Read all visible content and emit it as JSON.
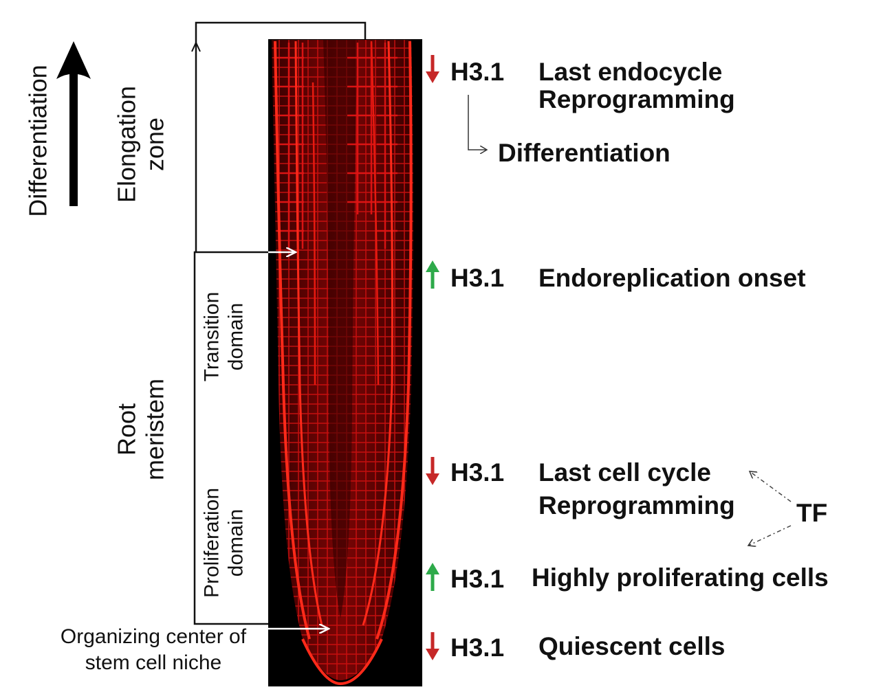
{
  "left_labels": {
    "differentiation": "Differentiation",
    "elongation_zone_line1": "Elongation",
    "elongation_zone_line2": "zone",
    "root_meristem_line1": "Root",
    "root_meristem_line2": "meristem",
    "transition_line1": "Transition",
    "transition_line2": "domain",
    "proliferation_line1": "Proliferation",
    "proliferation_line2": "domain",
    "organizing_line1": "Organizing center of",
    "organizing_line2": "stem cell niche"
  },
  "markers": [
    {
      "histone": "H3.1",
      "direction": "down",
      "color": "#c62828",
      "label_line1": "Last endocycle",
      "label_line2": "Reprogramming"
    },
    {
      "histone": "H3.1",
      "direction": "up",
      "color": "#2eaa4a",
      "label_line1": "Endoreplication onset",
      "label_line2": ""
    },
    {
      "histone": "H3.1",
      "direction": "down",
      "color": "#c62828",
      "label_line1": "Last cell cycle",
      "label_line2": "Reprogramming"
    },
    {
      "histone": "H3.1",
      "direction": "up",
      "color": "#2eaa4a",
      "label_line1": "Highly proliferating cells",
      "label_line2": ""
    },
    {
      "histone": "H3.1",
      "direction": "down",
      "color": "#c62828",
      "label_line1": "Quiescent cells",
      "label_line2": ""
    }
  ],
  "differentiation_label": "Differentiation",
  "tf_label": "TF",
  "colors": {
    "tissue": "#e01010",
    "background": "#000000"
  }
}
